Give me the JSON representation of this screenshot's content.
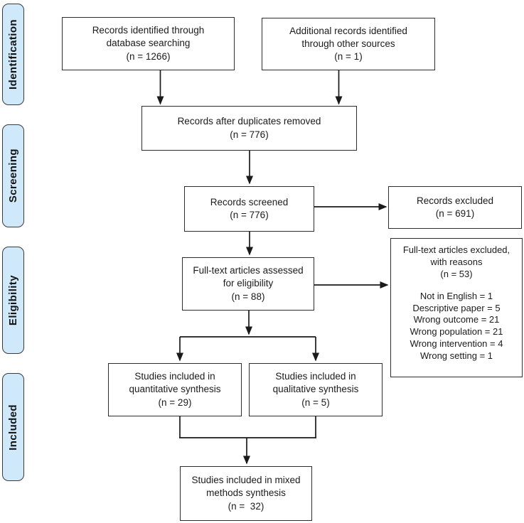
{
  "diagram_kind": "prisma-flow-diagram",
  "stages": [
    {
      "id": "identification",
      "label": "Identification"
    },
    {
      "id": "screening",
      "label": "Screening"
    },
    {
      "id": "eligibility",
      "label": "Eligibility"
    },
    {
      "id": "included",
      "label": "Included"
    }
  ],
  "boxes": {
    "records_db": {
      "lines": [
        "Records identified through",
        "database searching",
        "(n = 1266)"
      ]
    },
    "records_other": {
      "lines": [
        "Additional records identified",
        "through other sources",
        "(n = 1)"
      ]
    },
    "after_duplicates": {
      "lines": [
        "Records after duplicates removed",
        "(n = 776)"
      ]
    },
    "screened": {
      "lines": [
        "Records screened",
        "(n = 776)"
      ]
    },
    "excluded": {
      "lines": [
        "Records excluded",
        "(n = 691)"
      ]
    },
    "fulltext_assessed": {
      "lines": [
        "Full-text articles assessed",
        "for eligibility",
        "(n = 88)"
      ]
    },
    "fulltext_excluded": {
      "title_lines": [
        "Full-text articles excluded,",
        "with reasons",
        "(n = 53)"
      ],
      "reasons": [
        "Not in English = 1",
        "Descriptive paper = 5",
        "Wrong outcome = 21",
        "Wrong population = 21",
        "Wrong intervention = 4",
        "Wrong setting = 1"
      ]
    },
    "quantitative": {
      "lines": [
        "Studies included in",
        "quantitative synthesis",
        "(n = 29)"
      ]
    },
    "qualitative": {
      "lines": [
        "Studies included in",
        "qualitative synthesis",
        "(n = 5)"
      ]
    },
    "mixed": {
      "lines": [
        "Studies included in mixed",
        "methods synthesis",
        "(n =  32)"
      ]
    }
  },
  "colors": {
    "background": "#ffffff",
    "stage_fill": "#cfe9fb",
    "stage_border": "#3b3b3b",
    "box_border": "#2d2d2d",
    "arrow": "#1a1a1a",
    "text": "#1b1b1b"
  }
}
